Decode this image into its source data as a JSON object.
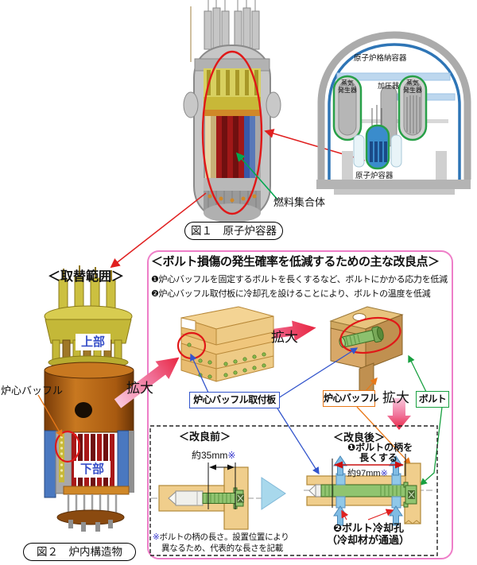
{
  "fig1": {
    "caption": "図１　原子炉容器",
    "fuel_assembly_label": "燃料集合体"
  },
  "containment": {
    "containment_label": "原子炉格納容器",
    "steam_generator_left_line1": "蒸気",
    "steam_generator_left_line2": "発生器",
    "pressurizer_label": "加圧器",
    "steam_generator_right_line1": "蒸気",
    "steam_generator_right_line2": "発生器",
    "reactor_vessel_label": "原子炉容器"
  },
  "replacement": {
    "heading": "＜取替範囲＞",
    "upper_label": "上部",
    "lower_label": "下部",
    "core_baffle_label": "炉心バッフル",
    "fig2_caption": "図２　炉内構造物"
  },
  "improvement": {
    "title": "＜ボルト損傷の発生確率を低減するための主な改良点＞",
    "bullet1": "❶炉心バッフルを固定するボルトを長くするなど、ボルトにかかる応力を低減",
    "bullet2": "❷炉心バッフル取付板に冷却孔を設けることにより、ボルトの温度を低減",
    "enlarge_label_1": "拡大",
    "enlarge_label_2": "拡大",
    "enlarge_label_3": "拡大",
    "baffle_former_plate_label": "炉心バッフル取付板",
    "core_baffle_label": "炉心バッフル",
    "bolt_label": "ボルト"
  },
  "comparison": {
    "before_heading": "＜改良前＞",
    "before_dimension_value": "約35mm",
    "before_dimension_marker": "※",
    "after_heading": "＜改良後＞",
    "after_point1_line1": "❶ボルトの柄を",
    "after_point1_line2": "長くする",
    "after_dimension_value": "約97mm",
    "after_dimension_marker": "※",
    "after_point2_line1": "❷ボルト冷却孔",
    "after_point2_line2": "（冷却材が通過）",
    "footnote_marker": "※",
    "footnote_line1": "ボルトの柄の長さ。設置位置により",
    "footnote_line2": "異なるため、代表的な長さを記載"
  },
  "colors": {
    "highlight_box_border": "#ee7ec8",
    "attention_red": "#e02020",
    "dimension_red": "#cc1010",
    "pointer_blue": "#3355cc",
    "pointer_orange": "#e87818",
    "pointer_green": "#18a040",
    "fuel_pointer_green": "#00a850",
    "bolt_green": "#90c470",
    "plate_tan": "#f0ce8c",
    "coolant_blue": "#80bce4",
    "label_blue_text": "#3850c8",
    "reference_mark_blue": "#3333cc"
  }
}
